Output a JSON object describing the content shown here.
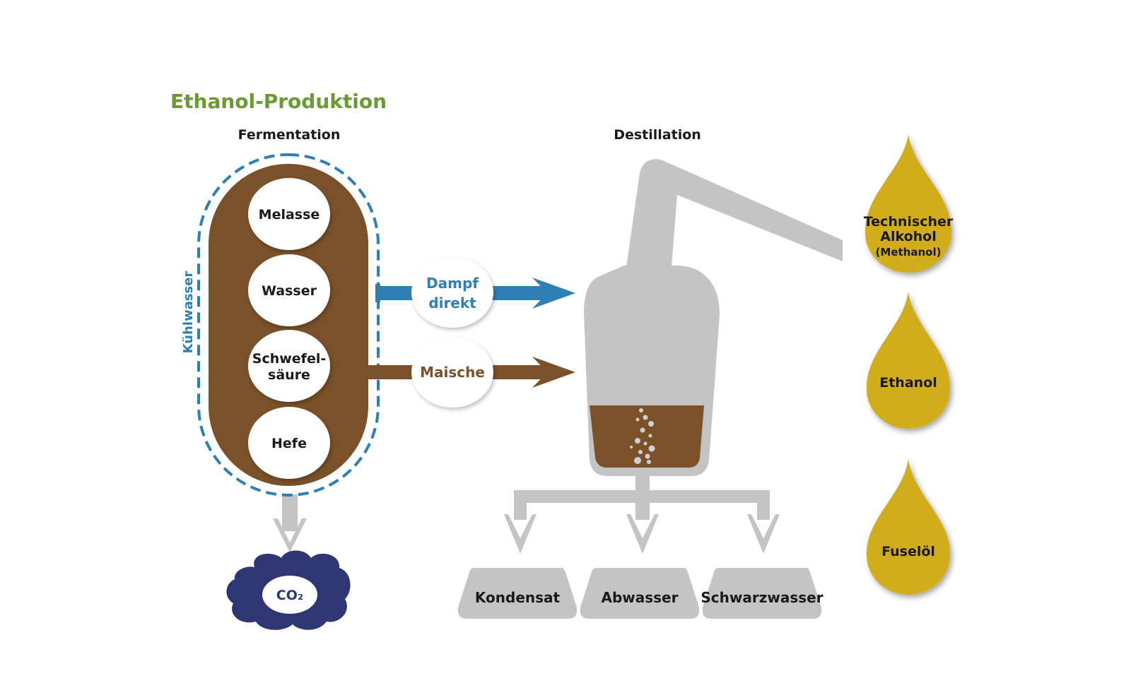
{
  "title": "Ethanol-Produktion",
  "fermentation": {
    "heading": "Fermentation",
    "cooling_label": "Kühlwasser",
    "ingredients": [
      "Melasse",
      "Wasser",
      "Schwefel-",
      "säure",
      "Hefe"
    ],
    "output": "CO₂"
  },
  "transfer": {
    "steam_line1": "Dampf",
    "steam_line2": "direkt",
    "mash": "Maische"
  },
  "distillation": {
    "heading": "Destillation",
    "outputs": [
      "Kondensat",
      "Abwasser",
      "Schwarzwasser"
    ]
  },
  "products": {
    "technical_line1": "Technischer",
    "technical_line2": "Alkohol",
    "technical_sub": "(Methanol)",
    "ethanol": "Ethanol",
    "fusel": "Fuselöl"
  },
  "colors": {
    "title_green": "#6a9a32",
    "fermenter_brown": "#7a5128",
    "cooling_blue": "#2d7fb5",
    "still_gray": "#c4c4c4",
    "gold": "#d1ad1f",
    "co2_navy": "#2e3774"
  }
}
